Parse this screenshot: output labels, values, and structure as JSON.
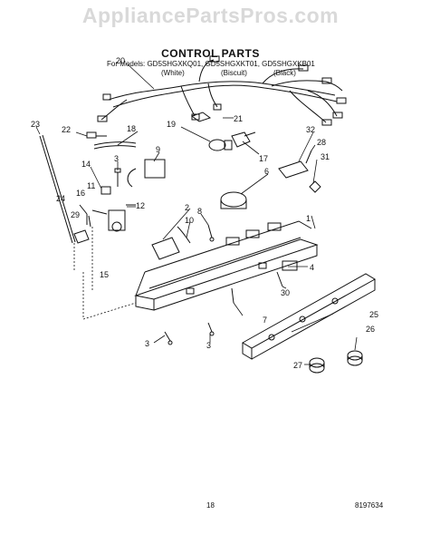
{
  "watermark": "AppliancePartsPros.com",
  "title": "CONTROL PARTS",
  "models_line": "For Models: GD5SHGXKQ01, GD5SHGXKT01, GD5SHGXKB01",
  "variants": [
    "(White)",
    "(Biscuit)",
    "(Black)"
  ],
  "footer": {
    "page": "18",
    "doc_number": "8197634"
  },
  "callouts": {
    "c20": "20",
    "c21": "21",
    "c22": "22",
    "c23": "23",
    "c18": "18",
    "c19": "19",
    "c17": "17",
    "c32": "32",
    "c28": "28",
    "c31": "31",
    "c9": "9",
    "c3a": "3",
    "c14": "14",
    "c11": "11",
    "c16": "16",
    "c12": "12",
    "c6": "6",
    "c24": "24",
    "c29": "29",
    "c15": "15",
    "c2": "2",
    "c8": "8",
    "c10": "10",
    "c1": "1",
    "c4": "4",
    "c30": "30",
    "c25": "25",
    "c26": "26",
    "c7": "7",
    "c3b": "3",
    "c3c": "3",
    "c27": "27"
  }
}
